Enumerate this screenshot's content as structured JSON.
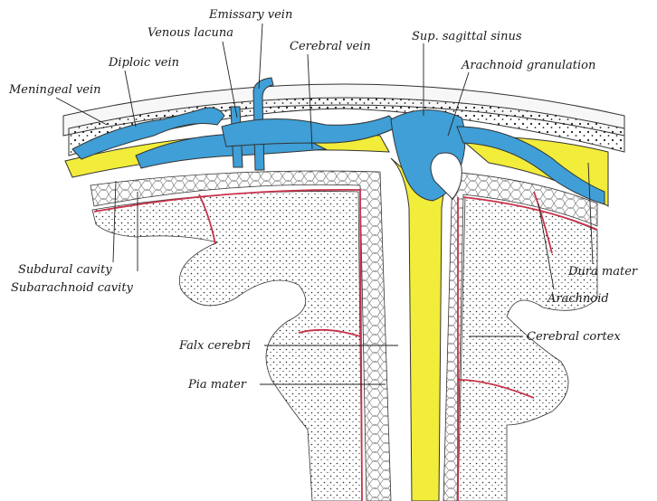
{
  "labels": {
    "emissary_vein": "Emissary vein",
    "venous_lacuna": "Venous lacuna",
    "cerebral_vein": "Cerebral vein",
    "sup_sagittal_sinus": "Sup. sagittal sinus",
    "arachnoid_granulation": "Arachnoid granulation",
    "diploic_vein": "Diploic vein",
    "meningeal_vein": "Meningeal vein",
    "subdural_cavity": "Subdural cavity",
    "subarachnoid_cavity": "Subarachnoid cavity",
    "dura_mater": "Dura mater",
    "arachnoid": "Arachnoid",
    "falx_cerebri": "Falx cerebri",
    "cerebral_cortex": "Cerebral cortex",
    "pia_mater": "Pia mater"
  },
  "colors": {
    "dura": "#f2ec3a",
    "vein": "#3f9fd6",
    "pia": "#c8324a",
    "bone_dots": "#1d1d1d",
    "outline": "#333333",
    "background": "#ffffff"
  }
}
